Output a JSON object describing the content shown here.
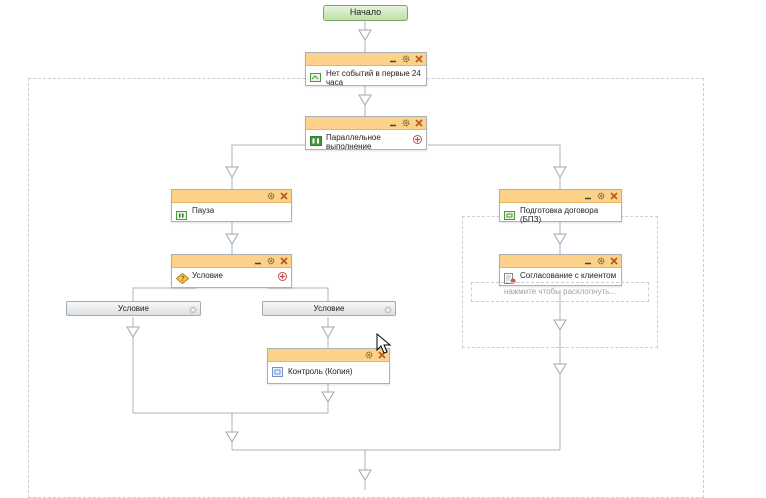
{
  "flow": {
    "start": {
      "label": "Начало"
    },
    "steps": {
      "no_events": {
        "label": "Нет событий в первые 24 часа",
        "icon": "event-wait-icon"
      },
      "parallel": {
        "label": "Параллельное выполнение",
        "icon": "parallel-icon"
      },
      "pause": {
        "label": "Пауза",
        "icon": "pause-icon"
      },
      "condition": {
        "label": "Условие",
        "icon": "condition-icon"
      },
      "contract_prep": {
        "label": "Подготовка договора (БПЗ)",
        "icon": "subprocess-icon"
      },
      "client_approval": {
        "label": "Согласование с клиентом",
        "icon": "approval-icon"
      },
      "control_copy": {
        "label": "Контроль (Копия)",
        "icon": "control-icon"
      }
    },
    "branches": {
      "left": {
        "label": "Условие"
      },
      "right": {
        "label": "Условие"
      }
    },
    "expand_hint": "нажмите чтобы расклопнуть..."
  },
  "colors": {
    "header": "#fcd18a",
    "start": "#bfe0a9",
    "connector": "#aab4bd",
    "dashed_border": "#c9ced4"
  }
}
